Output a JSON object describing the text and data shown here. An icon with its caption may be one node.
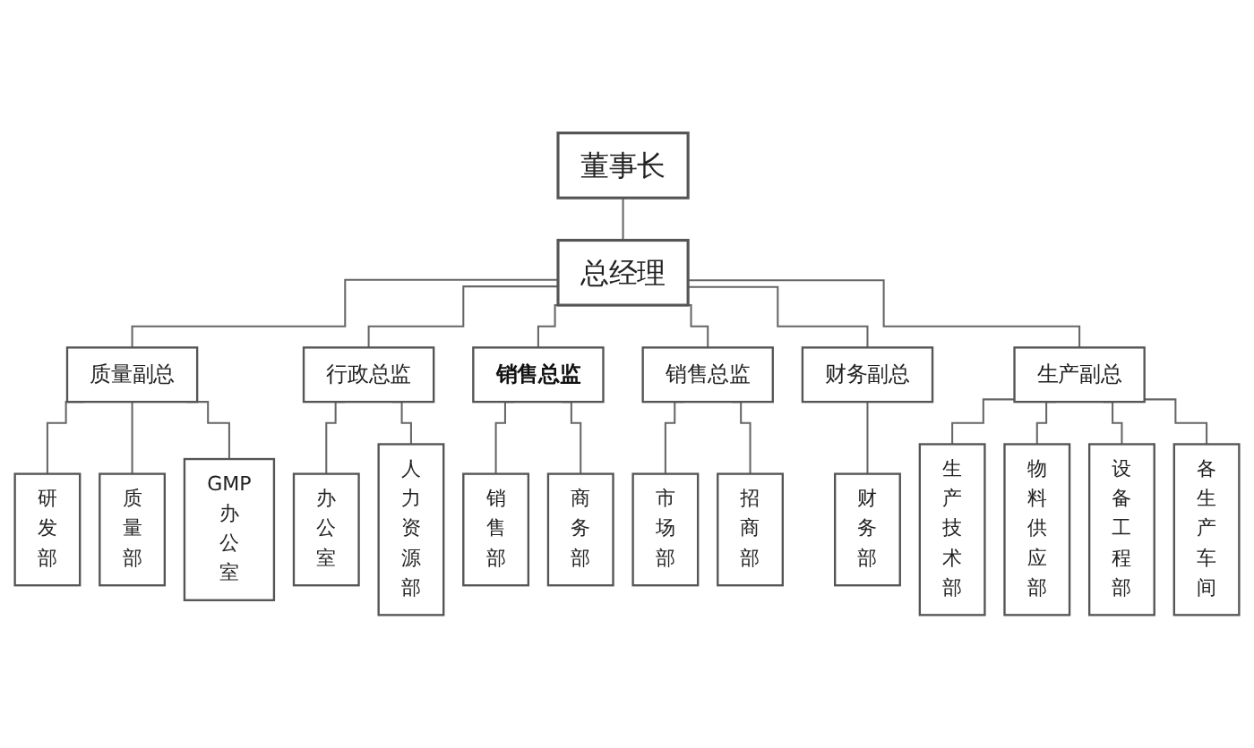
{
  "diagram": {
    "nodes": [
      {
        "text": [
          "董事长"
        ]
      },
      {
        "text": [
          "总经理"
        ]
      },
      {
        "text": [
          "质量副总"
        ]
      },
      {
        "text": [
          "行政总监"
        ]
      },
      {
        "text": [
          "销售总监"
        ]
      },
      {
        "text": [
          "销售总监"
        ]
      },
      {
        "text": [
          "财务副总"
        ]
      },
      {
        "text": [
          "生产副总"
        ]
      },
      {
        "text": [
          "研发部"
        ]
      },
      {
        "text": [
          "质量部"
        ]
      },
      {
        "text": [
          "GMP办公室"
        ]
      },
      {
        "text": [
          "办公室"
        ]
      },
      {
        "text": [
          "人力资源部"
        ]
      },
      {
        "text": [
          "销售部"
        ]
      },
      {
        "text": [
          "商务部"
        ]
      },
      {
        "text": [
          "市场部"
        ]
      },
      {
        "text": [
          "招商部"
        ]
      },
      {
        "text": [
          "财务部"
        ]
      },
      {
        "text": [
          "生产技术部"
        ]
      },
      {
        "text": [
          "物料供应部"
        ]
      },
      {
        "text": [
          "设备工程部"
        ]
      },
      {
        "text": [
          "各生产车间"
        ]
      }
    ],
    "edges": [
      {
        "from": 0,
        "to": 1,
        "arrow": "none"
      },
      {
        "from": 1,
        "to": 2,
        "arrow": "none"
      },
      {
        "from": 1,
        "to": 3,
        "arrow": "none"
      },
      {
        "from": 1,
        "to": 4,
        "arrow": "none"
      },
      {
        "from": 1,
        "to": 5,
        "arrow": "none"
      },
      {
        "from": 1,
        "to": 6,
        "arrow": "none"
      },
      {
        "from": 1,
        "to": 7,
        "arrow": "none"
      },
      {
        "from": 2,
        "to": 8,
        "arrow": "none"
      },
      {
        "from": 2,
        "to": 9,
        "arrow": "none"
      },
      {
        "from": 2,
        "to": 10,
        "arrow": "none"
      },
      {
        "from": 3,
        "to": 11,
        "arrow": "none"
      },
      {
        "from": 3,
        "to": 12,
        "arrow": "none"
      },
      {
        "from": 4,
        "to": 13,
        "arrow": "none"
      },
      {
        "from": 4,
        "to": 14,
        "arrow": "none"
      },
      {
        "from": 5,
        "to": 15,
        "arrow": "none"
      },
      {
        "from": 5,
        "to": 16,
        "arrow": "none"
      },
      {
        "from": 6,
        "to": 17,
        "arrow": "none"
      },
      {
        "from": 7,
        "to": 18,
        "arrow": "none"
      },
      {
        "from": 7,
        "to": 19,
        "arrow": "none"
      },
      {
        "from": 7,
        "to": 20,
        "arrow": "none"
      },
      {
        "from": 7,
        "to": 21,
        "arrow": "none"
      }
    ]
  }
}
